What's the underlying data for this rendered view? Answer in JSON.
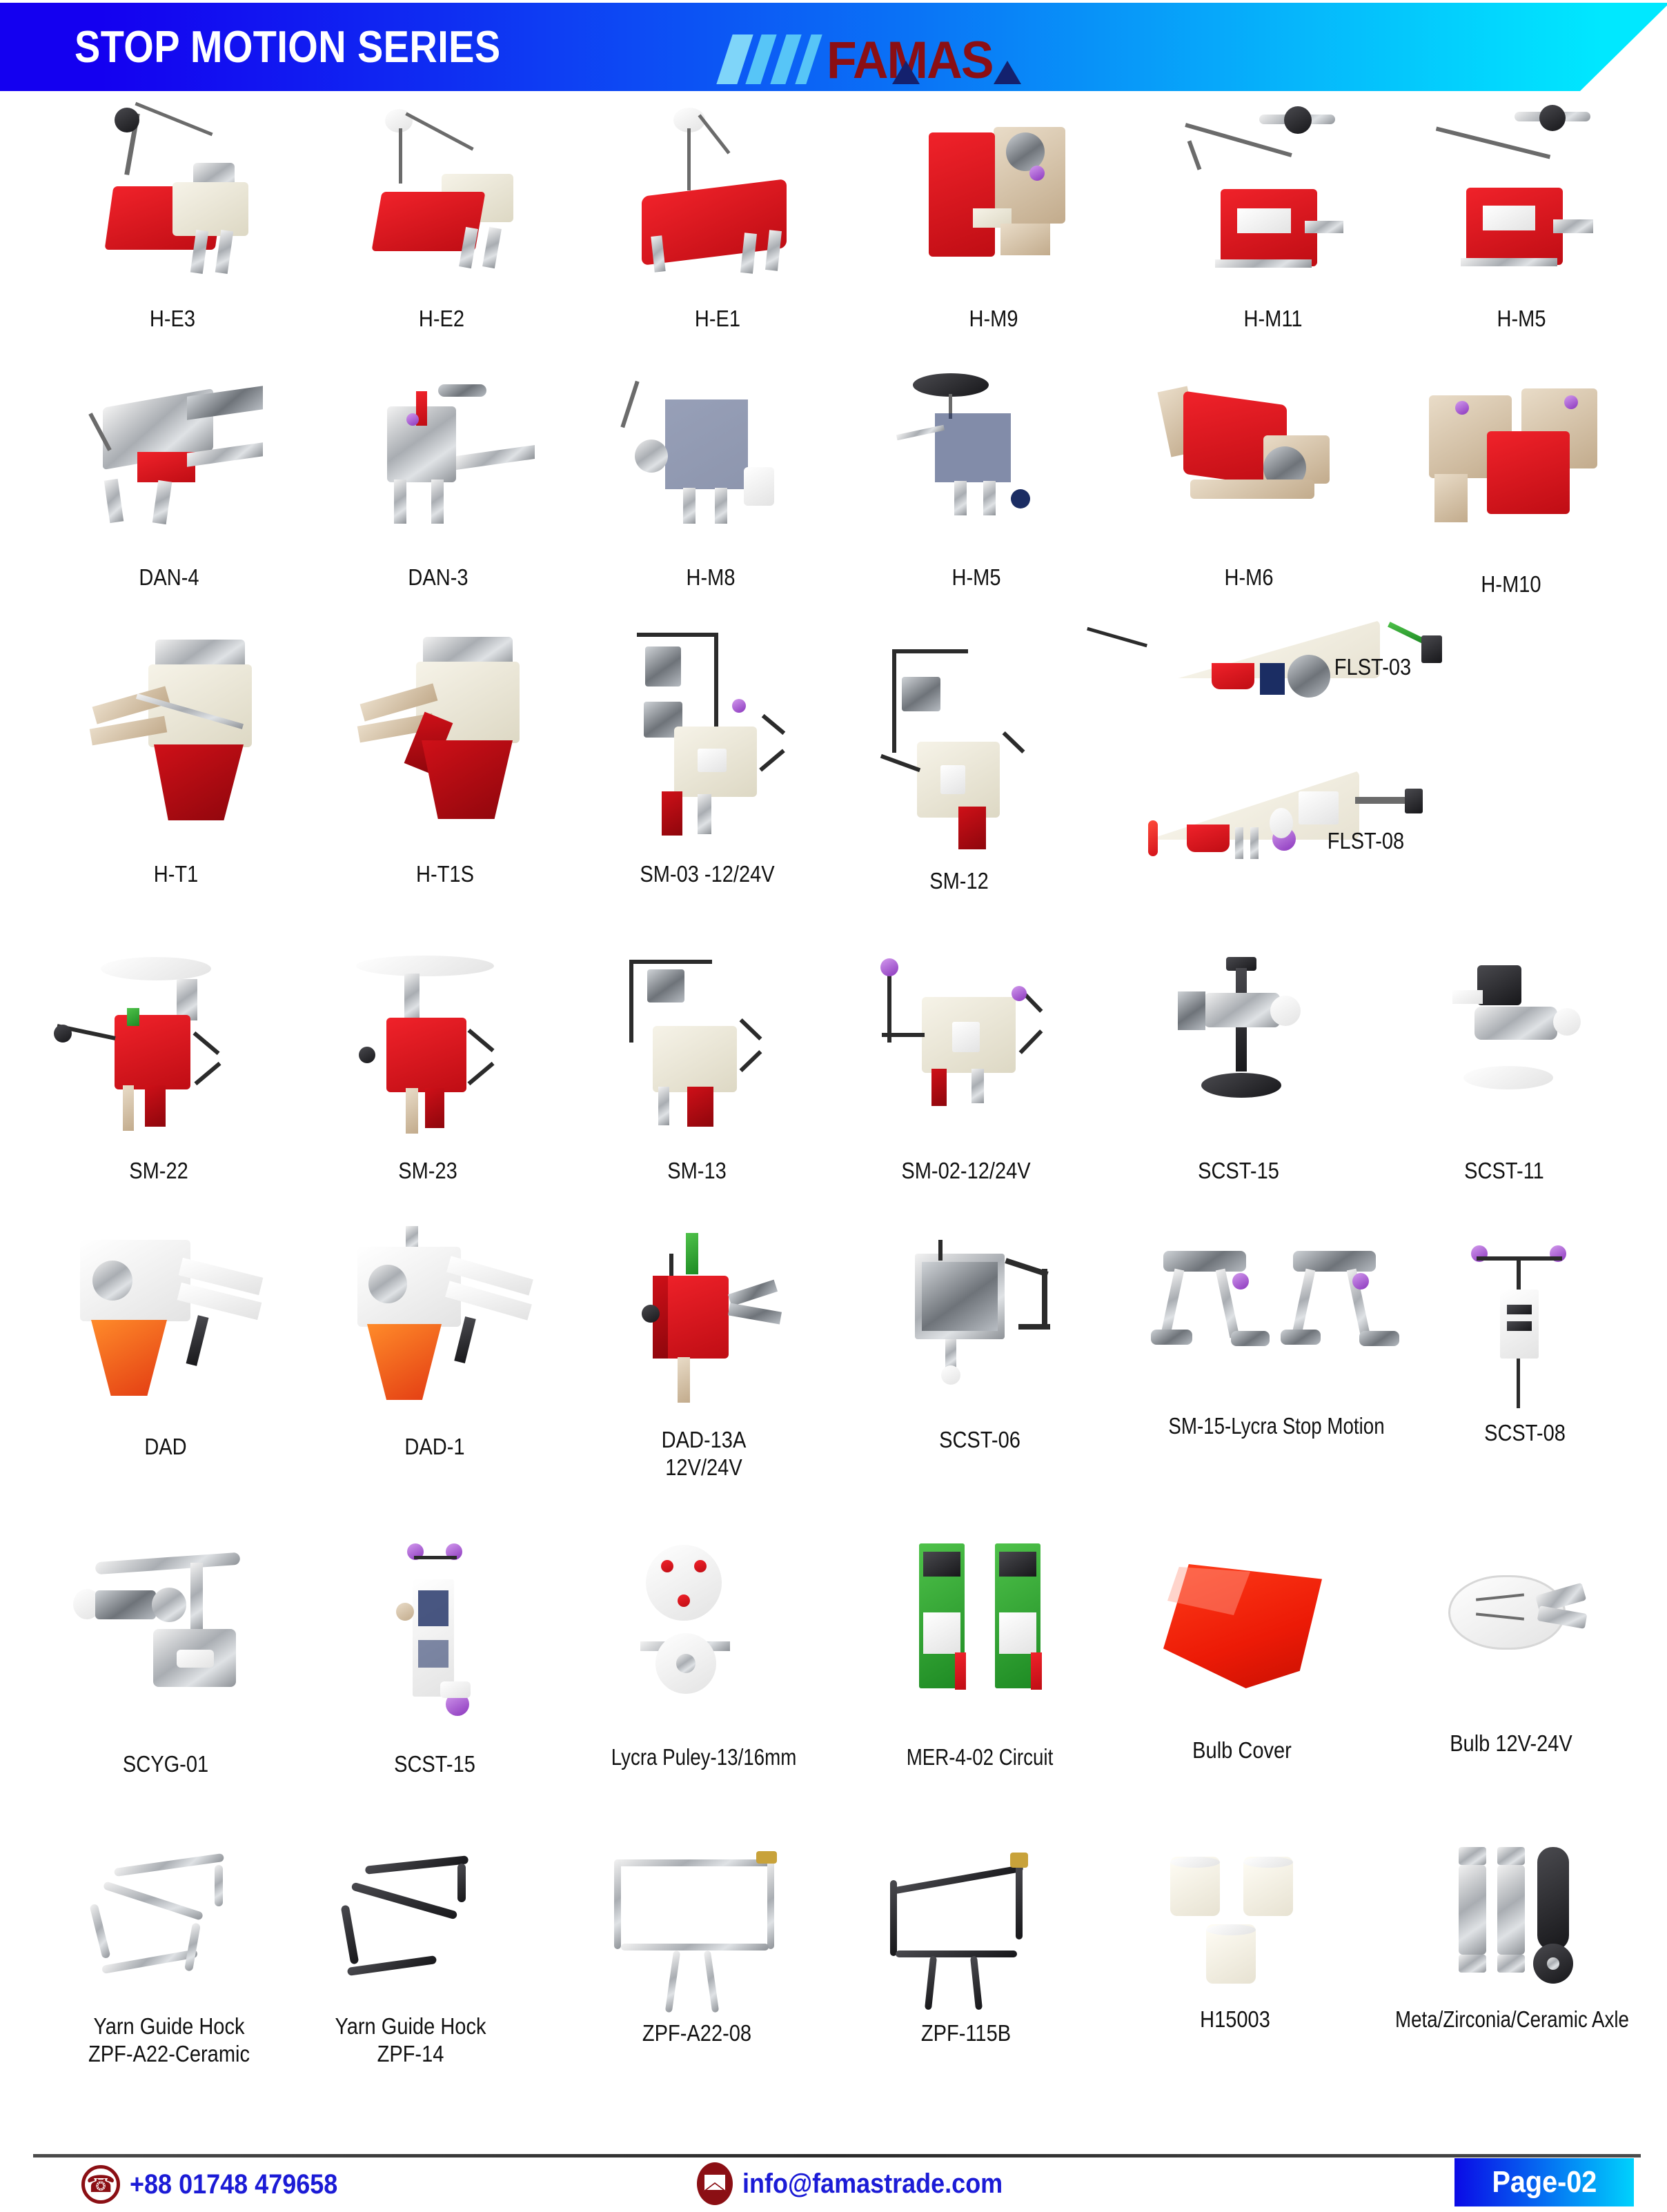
{
  "header": {
    "banner_title": "STOP MOTION SERIES",
    "logo_text": "FAMAS",
    "banner_gradient_from": "#1400f0",
    "banner_gradient_to": "#00e8ff",
    "logo_color": "#8b0f14",
    "logo_bar_color": "#57c5f7",
    "logo_triangle_color": "#14216e"
  },
  "catalog": {
    "rows": [
      {
        "items": [
          {
            "label": "H-E3"
          },
          {
            "label": "H-E2"
          },
          {
            "label": "H-E1"
          },
          {
            "label": "H-M9"
          },
          {
            "label": "H-M11"
          },
          {
            "label": "H-M5"
          }
        ]
      },
      {
        "items": [
          {
            "label": "DAN-4"
          },
          {
            "label": "DAN-3"
          },
          {
            "label": "H-M8"
          },
          {
            "label": "H-M5"
          },
          {
            "label": "H-M6"
          },
          {
            "label": "H-M10"
          }
        ]
      },
      {
        "items": [
          {
            "label": "H-T1"
          },
          {
            "label": "H-T1S"
          },
          {
            "label": "SM-03 -12/24V"
          },
          {
            "label": "SM-12"
          },
          {
            "label": "FLST-03"
          },
          {
            "label": "FLST-08"
          }
        ]
      },
      {
        "items": [
          {
            "label": "SM-22"
          },
          {
            "label": "SM-23"
          },
          {
            "label": "SM-13"
          },
          {
            "label": "SM-02-12/24V"
          },
          {
            "label": "SCST-15"
          },
          {
            "label": "SCST-11"
          }
        ]
      },
      {
        "items": [
          {
            "label": "DAD"
          },
          {
            "label": "DAD-1"
          },
          {
            "label": "DAD-13A\n12V/24V"
          },
          {
            "label": "SCST-06"
          },
          {
            "label": "SM-15-Lycra Stop Motion"
          },
          {
            "label": "SCST-08"
          }
        ]
      },
      {
        "items": [
          {
            "label": "SCYG-01"
          },
          {
            "label": "SCST-15"
          },
          {
            "label": "Lycra Puley-13/16mm"
          },
          {
            "label": "MER-4-02 Circuit"
          },
          {
            "label": "Bulb Cover"
          },
          {
            "label": "Bulb 12V-24V"
          }
        ]
      },
      {
        "items": [
          {
            "label": "Yarn Guide Hock\nZPF-A22-Ceramic"
          },
          {
            "label": "Yarn Guide Hock\nZPF-14"
          },
          {
            "label": "ZPF-A22-08"
          },
          {
            "label": "ZPF-115B"
          },
          {
            "label": "H15003"
          },
          {
            "label": "Meta/Zirconia/Ceramic Axle"
          }
        ]
      }
    ]
  },
  "footer": {
    "phone": "+88 01748 479658",
    "email": "info@famastrade.com",
    "page": "Page-02",
    "accent_color": "#8b0f14",
    "text_color": "#1b1bd6"
  }
}
